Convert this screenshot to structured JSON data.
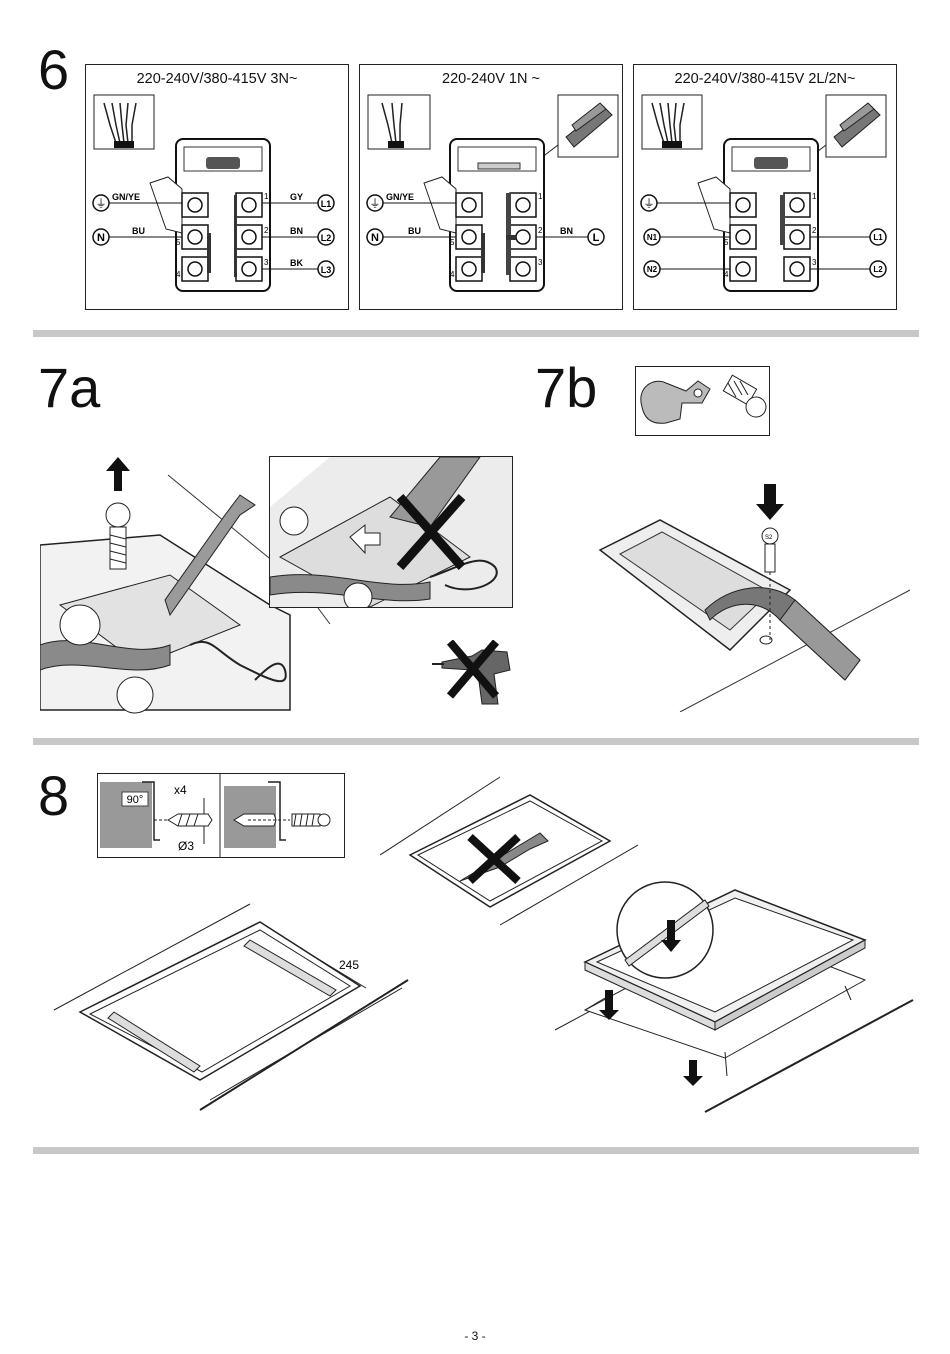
{
  "section6": {
    "step": "6",
    "panels": [
      {
        "title": "220-240V/380-415V 3N~",
        "left": [
          {
            "sym": "⏚",
            "label": "GN/YE"
          },
          {
            "sym": "N",
            "label": "BU"
          }
        ],
        "right": [
          {
            "sym": "L1",
            "label": "GY"
          },
          {
            "sym": "L2",
            "label": "BN"
          },
          {
            "sym": "L3",
            "label": "BK"
          }
        ]
      },
      {
        "title": "220-240V 1N ~",
        "left": [
          {
            "sym": "⏚",
            "label": "GN/YE"
          },
          {
            "sym": "N",
            "label": "BU"
          }
        ],
        "right": [
          {
            "sym": "L",
            "label": "BN"
          }
        ]
      },
      {
        "title": "220-240V/380-415V 2L/2N~",
        "left": [
          {
            "sym": "⏚",
            "label": ""
          },
          {
            "sym": "N1",
            "label": ""
          },
          {
            "sym": "N2",
            "label": ""
          }
        ],
        "right": [
          {
            "sym": "L1",
            "label": ""
          },
          {
            "sym": "L2",
            "label": ""
          }
        ]
      }
    ],
    "terminal_numbers": [
      "1",
      "2",
      "3",
      "4",
      "5"
    ]
  },
  "section7a": {
    "step": "7a"
  },
  "section7b": {
    "step": "7b",
    "screw_label": "S2"
  },
  "section8": {
    "step": "8",
    "angle": "90°",
    "count": "x4",
    "drill": "Ø3",
    "dimension": "245"
  },
  "footer": {
    "page": "- 3 -"
  },
  "colors": {
    "rule": "#c8c8c8",
    "ink": "#111111",
    "shade": "#7a7a7a"
  }
}
